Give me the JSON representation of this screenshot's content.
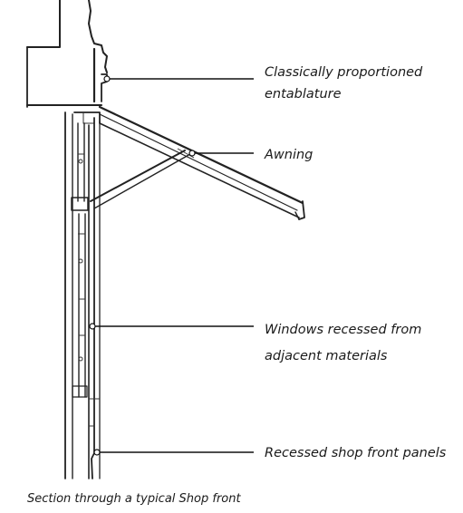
{
  "annotations": [
    {
      "id": "entablature",
      "lines": [
        "Classically proportioned",
        "entablature"
      ]
    },
    {
      "id": "awning",
      "lines": [
        "Awning"
      ]
    },
    {
      "id": "windows",
      "lines": [
        "Windows recessed from",
        "adjacent materials"
      ]
    },
    {
      "id": "panels",
      "lines": [
        "Recessed shop front panels"
      ]
    }
  ],
  "caption": "Section through a typical Shop front"
}
